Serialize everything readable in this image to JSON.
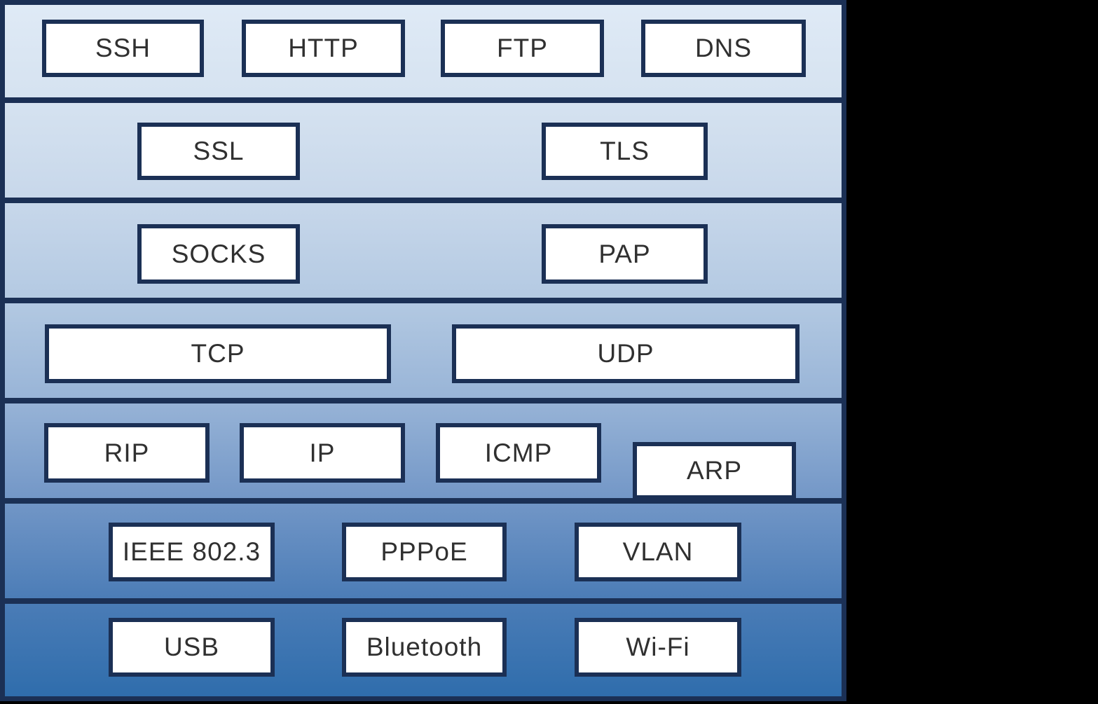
{
  "colors": {
    "outside_background": "#000000",
    "layer_border": "#1b3055",
    "box_fill": "#ffffff",
    "box_border": "#1b3055",
    "text": "#303030",
    "gradient_top": "#dfeaf6",
    "gradient_bottom": "#2f6dac"
  },
  "layers": [
    {
      "name": "layer-1",
      "boxes": [
        "SSH",
        "HTTP",
        "FTP",
        "DNS"
      ]
    },
    {
      "name": "layer-2",
      "boxes": [
        "SSL",
        "TLS"
      ]
    },
    {
      "name": "layer-3",
      "boxes": [
        "SOCKS",
        "PAP"
      ]
    },
    {
      "name": "layer-4",
      "boxes": [
        "TCP",
        "UDP"
      ]
    },
    {
      "name": "layer-5",
      "boxes": [
        "RIP",
        "IP",
        "ICMP",
        "ARP"
      ]
    },
    {
      "name": "layer-6",
      "boxes": [
        "IEEE 802.3",
        "PPPoE",
        "VLAN"
      ]
    },
    {
      "name": "layer-7",
      "boxes": [
        "USB",
        "Bluetooth",
        "Wi-Fi"
      ]
    }
  ]
}
